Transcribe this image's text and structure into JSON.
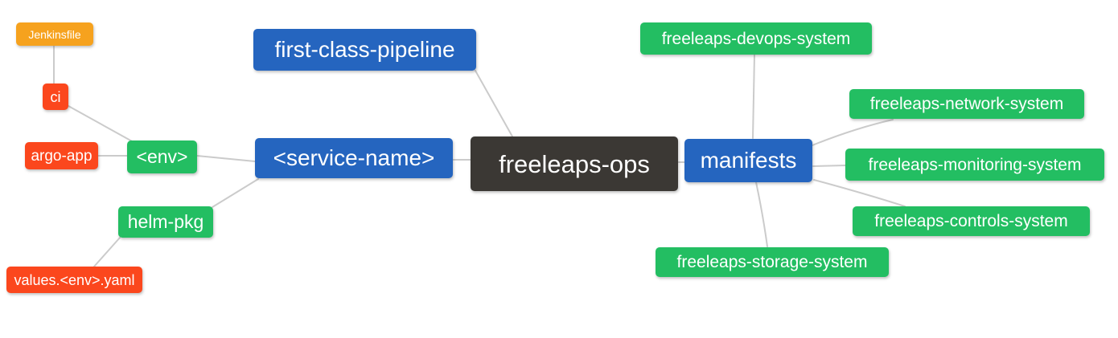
{
  "palette": {
    "blue": "#2565bf",
    "green": "#23be62",
    "red": "#fb471d",
    "orange": "#f6a21e",
    "dark": "#3b3834",
    "edge_line": "#cbcbcb",
    "background": "#ffffff",
    "text": "#ffffff"
  },
  "root": "freeleaps-ops",
  "nodes": [
    {
      "id": "jenkinsfile",
      "label": "Jenkinsfile",
      "color": "orange",
      "level": 4
    },
    {
      "id": "ci",
      "label": "ci",
      "color": "red",
      "level": 3
    },
    {
      "id": "argo-app",
      "label": "argo-app",
      "color": "red",
      "level": 3
    },
    {
      "id": "env",
      "label": "<env>",
      "color": "green",
      "level": 2
    },
    {
      "id": "helm-pkg",
      "label": "helm-pkg",
      "color": "green",
      "level": 2
    },
    {
      "id": "values-env-yaml",
      "label": "values.<env>.yaml",
      "color": "red",
      "level": 3
    },
    {
      "id": "first-class-pipeline",
      "label": "first-class-pipeline",
      "color": "blue",
      "level": 1
    },
    {
      "id": "service-name",
      "label": "<service-name>",
      "color": "blue",
      "level": 1
    },
    {
      "id": "freeleaps-ops",
      "label": "freeleaps-ops",
      "color": "dark",
      "level": 0
    },
    {
      "id": "manifests",
      "label": "manifests",
      "color": "blue",
      "level": 1
    },
    {
      "id": "freeleaps-devops-system",
      "label": "freeleaps-devops-system",
      "color": "green",
      "level": 2
    },
    {
      "id": "freeleaps-network-system",
      "label": "freeleaps-network-system",
      "color": "green",
      "level": 2
    },
    {
      "id": "freeleaps-monitoring-system",
      "label": "freeleaps-monitoring-system",
      "color": "green",
      "level": 2
    },
    {
      "id": "freeleaps-controls-system",
      "label": "freeleaps-controls-system",
      "color": "green",
      "level": 2
    },
    {
      "id": "freeleaps-storage-system",
      "label": "freeleaps-storage-system",
      "color": "green",
      "level": 2
    }
  ],
  "edges": [
    {
      "from": "freeleaps-ops",
      "to": "first-class-pipeline"
    },
    {
      "from": "freeleaps-ops",
      "to": "service-name"
    },
    {
      "from": "freeleaps-ops",
      "to": "manifests"
    },
    {
      "from": "service-name",
      "to": "env"
    },
    {
      "from": "service-name",
      "to": "helm-pkg"
    },
    {
      "from": "env",
      "to": "ci"
    },
    {
      "from": "env",
      "to": "argo-app"
    },
    {
      "from": "ci",
      "to": "jenkinsfile"
    },
    {
      "from": "helm-pkg",
      "to": "values-env-yaml"
    },
    {
      "from": "manifests",
      "to": "freeleaps-devops-system"
    },
    {
      "from": "manifests",
      "to": "freeleaps-network-system"
    },
    {
      "from": "manifests",
      "to": "freeleaps-monitoring-system"
    },
    {
      "from": "manifests",
      "to": "freeleaps-controls-system"
    },
    {
      "from": "manifests",
      "to": "freeleaps-storage-system"
    }
  ]
}
